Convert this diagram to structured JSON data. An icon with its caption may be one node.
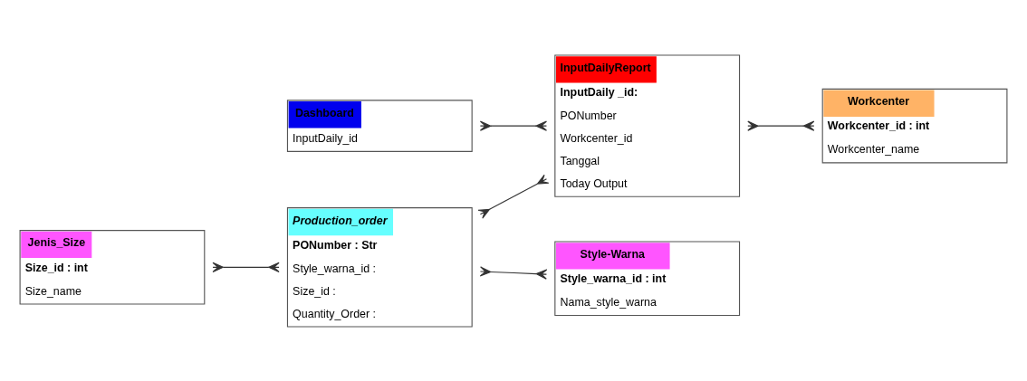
{
  "diagram": {
    "nodes": [
      {
        "text": [
          "Production_order",
          "PONumber : Str",
          "Style_warna_id :",
          "Size_id :",
          "Quantity_Order :"
        ]
      },
      {
        "text": [
          "Dashboard",
          "InputDaily_id"
        ]
      },
      {
        "text": [
          "Style-Warna",
          "Style_warna_id : int",
          "Nama_style_warna"
        ]
      },
      {
        "text": [
          "Jenis_Size",
          "Size_id : int",
          "Size_name"
        ]
      },
      {
        "text": [
          "InputDailyReport",
          "InputDaily _id:",
          "PONumber",
          "Workcenter_id",
          "Tanggal",
          "Today Output"
        ]
      },
      {
        "text": [
          "Workcenter",
          "Workcenter_id : int",
          "Workcenter_name"
        ]
      }
    ],
    "edges": [
      {
        "from": 0,
        "to": 2,
        "arrow": "other"
      },
      {
        "from": 3,
        "to": 0,
        "arrow": "other"
      },
      {
        "from": 0,
        "to": 4,
        "arrow": "other"
      },
      {
        "from": 1,
        "to": 4,
        "arrow": "other"
      },
      {
        "from": 4,
        "to": 5,
        "arrow": "other"
      }
    ]
  }
}
